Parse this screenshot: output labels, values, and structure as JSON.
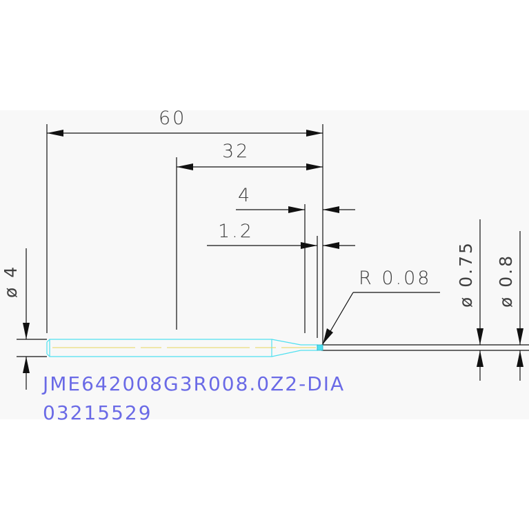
{
  "dimensions": {
    "overall_length": "60",
    "shank_to_tip": "32",
    "neck_length": "4",
    "flute_length": "1.2",
    "corner_radius": "R 0.08",
    "shank_diameter": "ø 4",
    "neck_diameter": "ø 0.75",
    "cutting_diameter": "ø 0.8"
  },
  "part": {
    "code": "JME642008G3R008.0Z2-DIA",
    "number": "03215529"
  },
  "colors": {
    "background_panel": "#f8f8f8",
    "dimension_lines": "#111111",
    "tool_outline": "#4fe0f0",
    "centerline": "#e6d65a",
    "part_text": "#6a6ae6"
  }
}
